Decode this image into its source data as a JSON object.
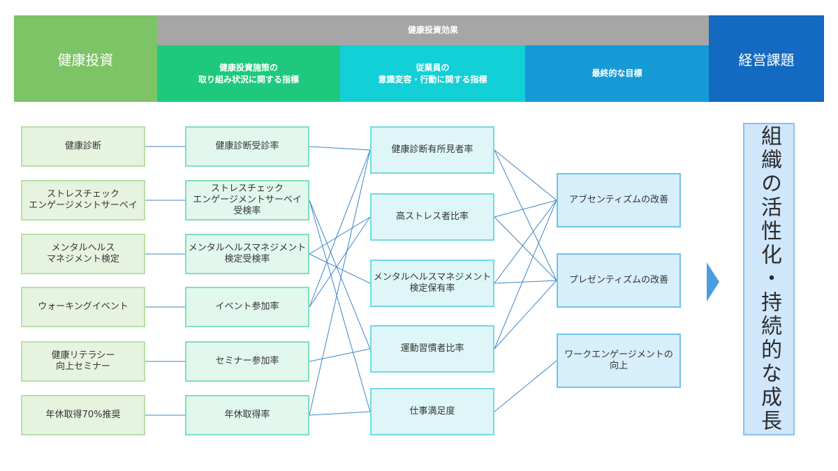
{
  "header": {
    "investment": "健康投資",
    "effect": "健康投資効果",
    "col1": "健康投資施策の\n取り組み状況に関する指標",
    "col2": "従業員の\n意識変容・行動に関する指標",
    "col3": "最終的な目標",
    "issue": "経営課題"
  },
  "investments": [
    "健康診断",
    "ストレスチェック\nエンゲージメントサーベイ",
    "メンタルヘルス\nマネジメント検定",
    "ウォーキングイベント",
    "健康リテラシー\n向上セミナー",
    "年休取得70%推奨"
  ],
  "indicators": [
    "健康診断受診率",
    "ストレスチェック\nエンゲージメントサーベイ\n受検率",
    "メンタルヘルスマネジメント\n検定受検率",
    "イベント参加率",
    "セミナー参加率",
    "年休取得率"
  ],
  "behaviors": [
    "健康診断有所見者率",
    "高ストレス者比率",
    "メンタルヘルスマネジメント\n検定保有率",
    "運動習慣者比率",
    "仕事満足度"
  ],
  "goals": [
    "アブセンティズムの改善",
    "プレゼンティズムの改善",
    "ワークエンゲージメントの\n向上"
  ],
  "result": "組織の活性化・持続的な成長",
  "colors": {
    "investment": "#7cc466",
    "effect": "#a6a6a6",
    "col1": "#1ec97d",
    "col2": "#13cfd6",
    "col3": "#169ad6",
    "issue": "#1469c0",
    "connector": "#3d85c6",
    "arrow": "#4a9de0"
  },
  "connections": {
    "investment_to_indicator": [
      [
        0,
        0
      ],
      [
        1,
        1
      ],
      [
        2,
        2
      ],
      [
        3,
        3
      ],
      [
        4,
        4
      ],
      [
        5,
        5
      ]
    ],
    "indicator_to_behavior": [
      [
        0,
        0
      ],
      [
        1,
        3
      ],
      [
        1,
        4
      ],
      [
        2,
        1
      ],
      [
        2,
        2
      ],
      [
        3,
        0
      ],
      [
        3,
        1
      ],
      [
        4,
        3
      ],
      [
        5,
        0
      ],
      [
        5,
        4
      ]
    ],
    "behavior_to_goal": [
      [
        0,
        0
      ],
      [
        0,
        1
      ],
      [
        1,
        0
      ],
      [
        1,
        1
      ],
      [
        2,
        0
      ],
      [
        2,
        1
      ],
      [
        3,
        0
      ],
      [
        3,
        1
      ],
      [
        4,
        2
      ]
    ]
  }
}
